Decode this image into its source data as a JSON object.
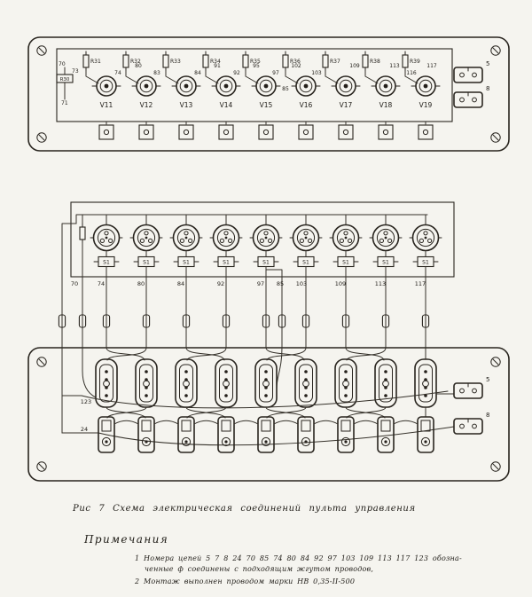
{
  "figure": {
    "caption": "Рис 7  Схема электрическая   соединений   пульта  управления",
    "notes": {
      "heading": "Примечания",
      "note1_line1": "1  Номера цепей   5 7 8 24 70 85 74 80 84 92 97 103 109 113 117 123 обозна-",
      "note1_line2": "ченные  ф  соединены  с  подходящим  жгутом  проводов,",
      "note2": "2  Монтаж   выполнен   проводом   марки   НВ 0,35-II-500"
    }
  },
  "top_panel": {
    "numbers_left": [
      "70",
      "73",
      "71"
    ],
    "resistor_left": "R30",
    "resistors": [
      "R31",
      "R32",
      "R33",
      "R34",
      "R35",
      "R36",
      "R37",
      "R38",
      "R39"
    ],
    "wire_numbers": [
      "74",
      "80",
      "83",
      "84",
      "91",
      "92",
      "95",
      "97",
      "102",
      "103",
      "109",
      "113",
      "116",
      "117"
    ],
    "mid_number": "85",
    "tubes": [
      "V11",
      "V12",
      "V13",
      "V14",
      "V15",
      "V16",
      "V17",
      "V18",
      "V19"
    ],
    "connectors": [
      "5",
      "8"
    ]
  },
  "middle_board": {
    "switches": [
      "S1",
      "S1",
      "S1",
      "S1",
      "S1",
      "S1",
      "S1",
      "S1",
      "S1"
    ],
    "wire_numbers": [
      "70",
      "74",
      "80",
      "84",
      "92",
      "97",
      "85",
      "103",
      "109",
      "113",
      "117"
    ]
  },
  "bottom_panel": {
    "labels": [
      "123",
      "24"
    ],
    "connectors": [
      "5",
      "8"
    ]
  }
}
